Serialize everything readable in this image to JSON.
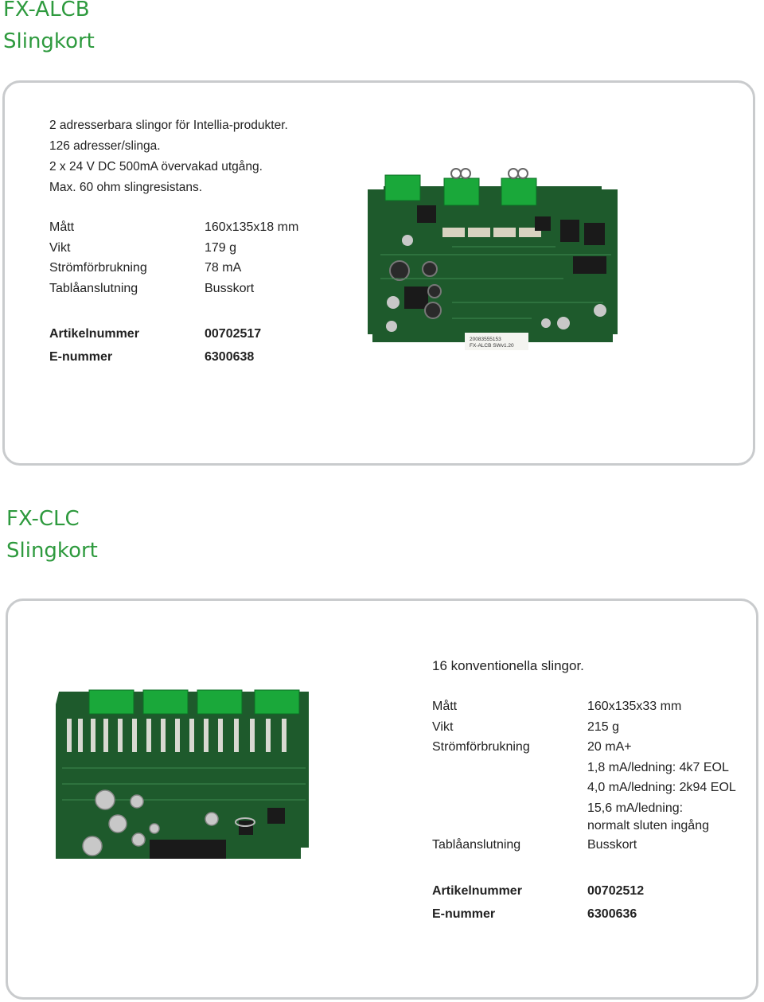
{
  "products": [
    {
      "model": "FX-ALCB",
      "subtitle": "Slingkort",
      "description": [
        "2 adresserbara slingor för Intellia-produkter.",
        "126 adresser/slinga.",
        "2 x 24 V DC 500mA övervakad utgång.",
        "Max. 60 ohm slingresistans."
      ],
      "specs": [
        {
          "label": "Mått",
          "value": "160x135x18 mm"
        },
        {
          "label": "Vikt",
          "value": "179 g"
        },
        {
          "label": "Strömförbrukning",
          "value": "78 mA"
        },
        {
          "label": "Tablåanslutning",
          "value": "Busskort"
        }
      ],
      "article_label": "Artikelnummer",
      "article_number": "00702517",
      "e_label": "E-nummer",
      "e_number": "6300638",
      "board_label_line1": "20083555153",
      "board_label_line2": "FX-ALCB SWv1.20"
    },
    {
      "model": "FX-CLC",
      "subtitle": "Slingkort",
      "description": [
        "16 konventionella slingor."
      ],
      "specs": [
        {
          "label": "Mått",
          "value": "160x135x33 mm"
        },
        {
          "label": "Vikt",
          "value": "215 g"
        },
        {
          "label": "Strömförbrukning",
          "value": "20 mA+"
        },
        {
          "label": "",
          "value": "1,8 mA/ledning: 4k7 EOL"
        },
        {
          "label": "",
          "value": "4,0 mA/ledning: 2k94 EOL"
        },
        {
          "label": "",
          "value": "15,6 mA/ledning: normalt sluten ingång"
        },
        {
          "label": "Tablåanslutning",
          "value": "Busskort"
        }
      ],
      "article_label": "Artikelnummer",
      "article_number": "00702512",
      "e_label": "E-nummer",
      "e_number": "6300636"
    }
  ],
  "colors": {
    "heading": "#2e9a3e",
    "card_border": "#c9cbcd",
    "pcb": "#1e5a2c",
    "terminal": "#1aa83a"
  }
}
